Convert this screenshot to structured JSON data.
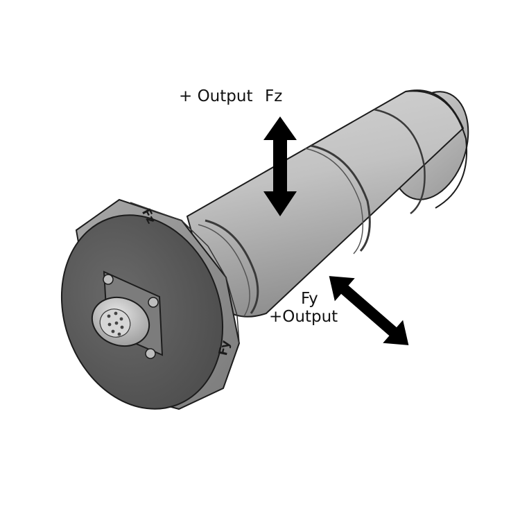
{
  "diagram": {
    "labels": {
      "fz_output": "+ Output",
      "fz": "Fz",
      "fy": "Fy",
      "fy_output": "+Output",
      "flange_fz": "Fz",
      "flange_fy": "Fy"
    }
  },
  "colors": {
    "body_light": "#c9c9c9",
    "body_mid": "#b2b2b2",
    "body_dark": "#8a8a8a",
    "flange_face": "#5f5f5f",
    "flange_rim": "#9c9c9c",
    "outline": "#1c1c1c",
    "arrow": "#000000"
  }
}
